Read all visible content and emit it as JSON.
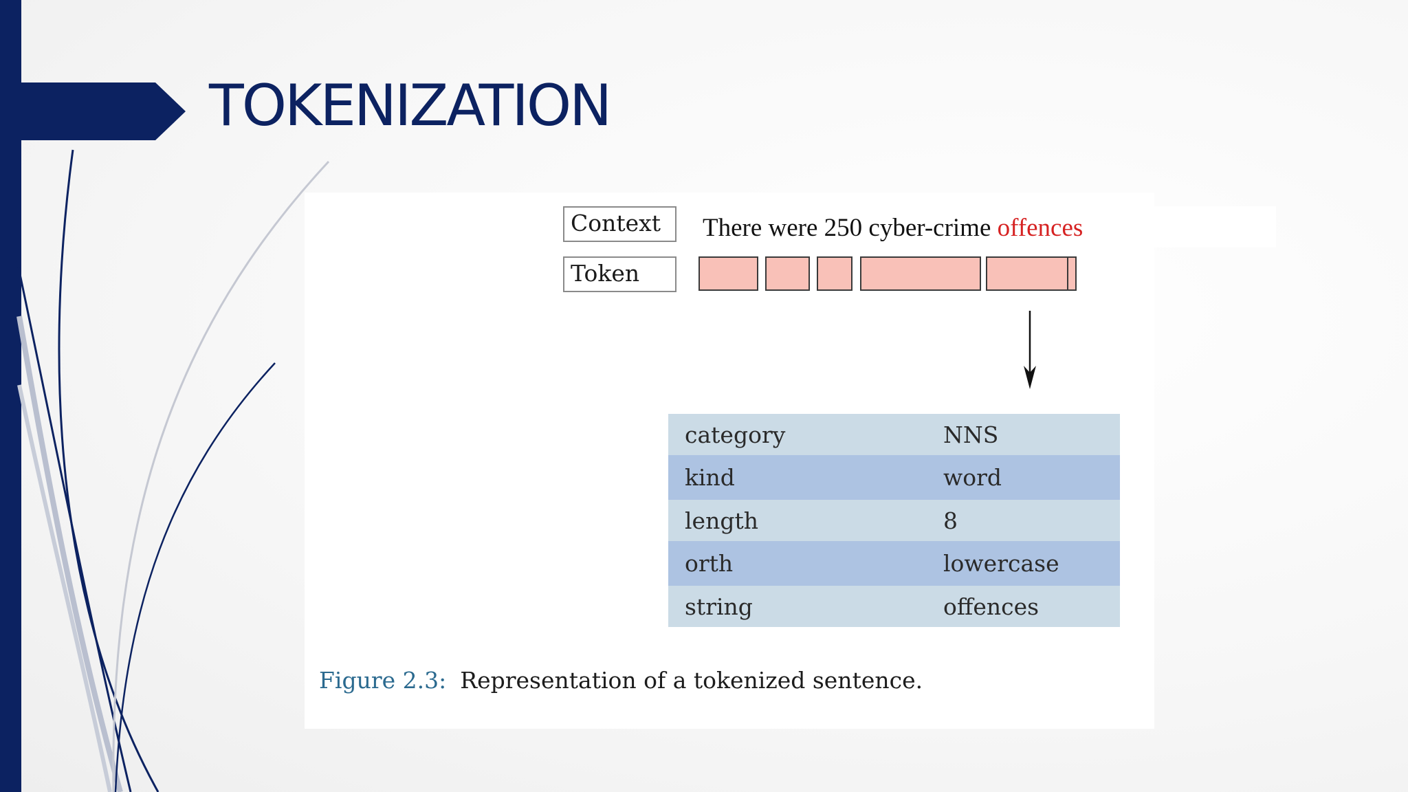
{
  "slide": {
    "title": "TOKENIZATION",
    "accent_color": "#0c2261"
  },
  "figure": {
    "context_label": "Context",
    "token_label": "Token",
    "sentence_prefix": "There were 250 cyber-crime ",
    "sentence_highlight": "offences",
    "highlight_color": "#d62222",
    "token_fill_color": "#f9c1b8",
    "features": [
      {
        "key": "category",
        "value": "NNS"
      },
      {
        "key": "kind",
        "value": "word"
      },
      {
        "key": "length",
        "value": "8"
      },
      {
        "key": "orth",
        "value": "lowercase"
      },
      {
        "key": "string",
        "value": "offences"
      }
    ],
    "caption_number": "Figure 2.3:",
    "caption_text": "Representation of a tokenized sentence."
  }
}
